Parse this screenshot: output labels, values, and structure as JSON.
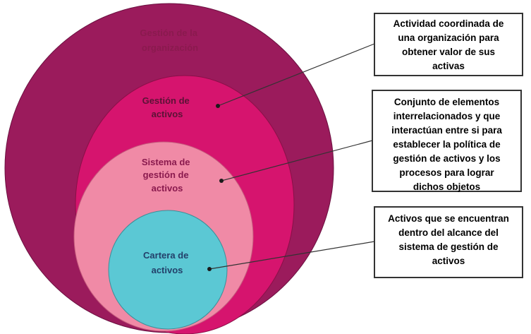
{
  "colors": {
    "organization": "#9b1b5c",
    "assets": "#d6146e",
    "system": "#f08aa6",
    "portfolio": "#5bc8d4",
    "outline": "#333333",
    "circle_text_dark": "#8a1a4e",
    "circle_text_light": "#5b1336",
    "portfolio_text": "#23406a"
  },
  "circles": {
    "organization": {
      "label_lines": [
        "Gestión de la",
        "organización"
      ]
    },
    "assets": {
      "label_lines": [
        "Gestión de",
        "activos"
      ]
    },
    "system": {
      "label_lines": [
        "Sistema de",
        "gestión de",
        "activos"
      ]
    },
    "portfolio": {
      "label_lines": [
        "Cartera de",
        "activos"
      ]
    }
  },
  "notes": {
    "organization": {
      "lines": [
        "Actividad coordinada de",
        "una organización para",
        "obtener valor de sus",
        "activas"
      ]
    },
    "system": {
      "lines": [
        "Conjunto de elementos",
        "interrelacionados y que",
        "interactúan entre si para",
        "establecer la política de",
        "gestión de activos y los",
        "procesos para lograr",
        "dichos objetos"
      ]
    },
    "portfolio": {
      "lines": [
        "Activos que se encuentran",
        "dentro del alcance del",
        "sistema de gestión de",
        "activos"
      ]
    }
  }
}
